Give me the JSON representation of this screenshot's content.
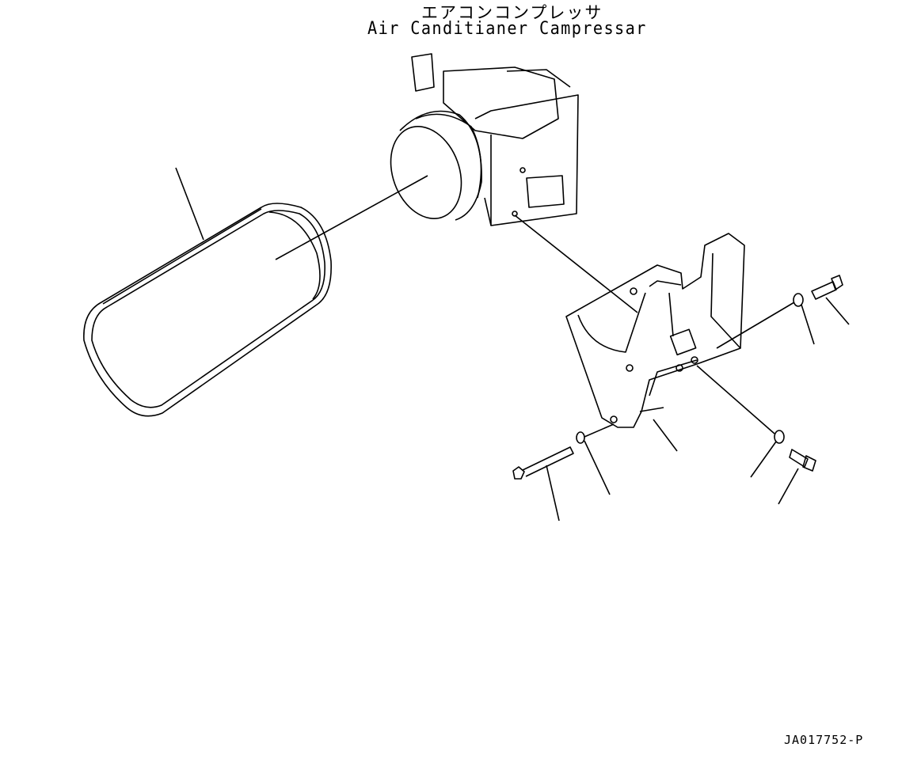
{
  "title": {
    "japanese": "エアコンコンプレッサ",
    "english": "Air Canditianer Campressar"
  },
  "drawing_code": "JA017752-P",
  "parts": [
    "v-belt",
    "air-conditioner-compressor",
    "bracket",
    "long-bolt",
    "washer-left",
    "washer-upper-right",
    "bolt-upper-right",
    "washer-lower-right",
    "bolt-lower-right"
  ]
}
